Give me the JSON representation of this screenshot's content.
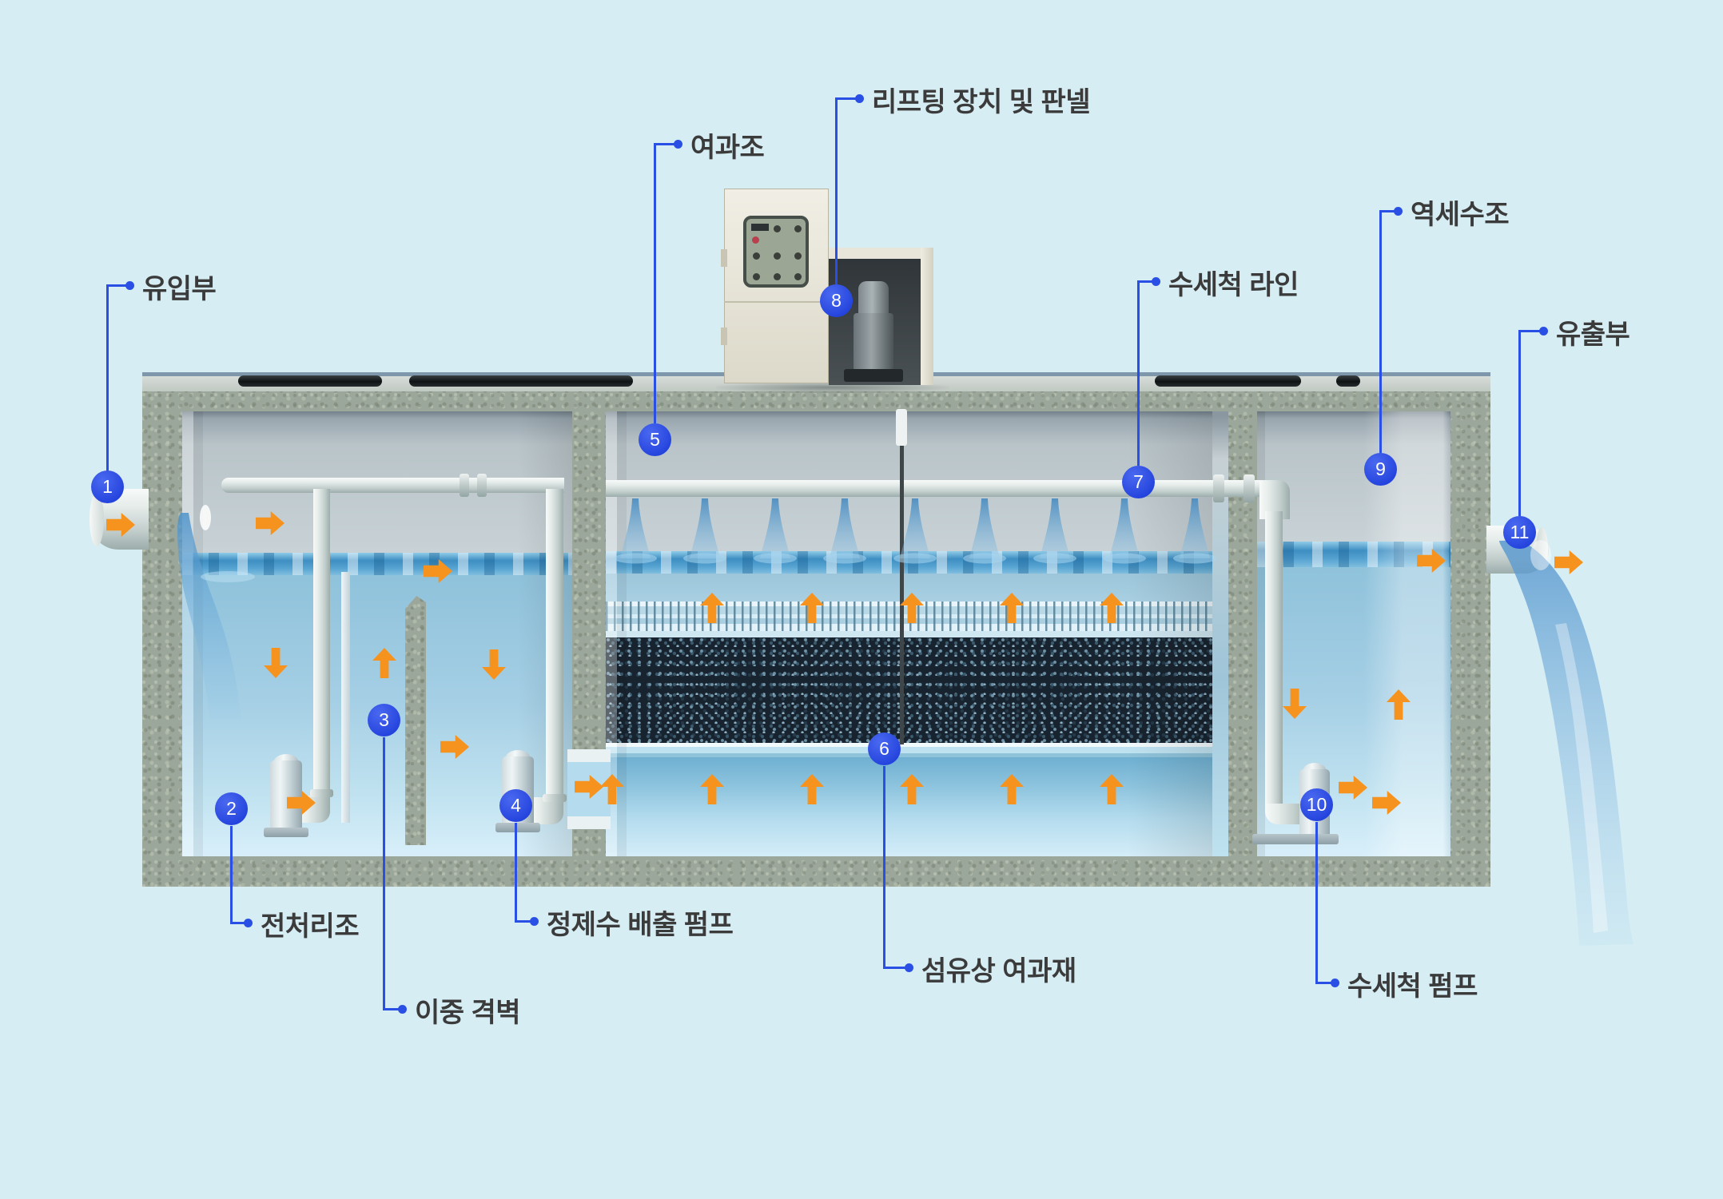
{
  "diagram": {
    "type": "water-treatment-system-cutaway",
    "colors": {
      "background": "#d6edf4",
      "accent_blue": "#2a4fe4",
      "arrow_orange": "#f6921e",
      "label_text": "#3b3b3b"
    },
    "callouts": [
      {
        "num": "1",
        "label": "유입부"
      },
      {
        "num": "2",
        "label": "전처리조"
      },
      {
        "num": "3",
        "label": "이중 격벽"
      },
      {
        "num": "4",
        "label": "정제수 배출 펌프"
      },
      {
        "num": "5",
        "label": "여과조"
      },
      {
        "num": "6",
        "label": "섬유상 여과재"
      },
      {
        "num": "7",
        "label": "수세척 라인"
      },
      {
        "num": "8",
        "label": "리프팅 장치 및 판넬"
      },
      {
        "num": "9",
        "label": "역세수조"
      },
      {
        "num": "10",
        "label": "수세척 펌프"
      },
      {
        "num": "11",
        "label": "유출부"
      }
    ]
  }
}
